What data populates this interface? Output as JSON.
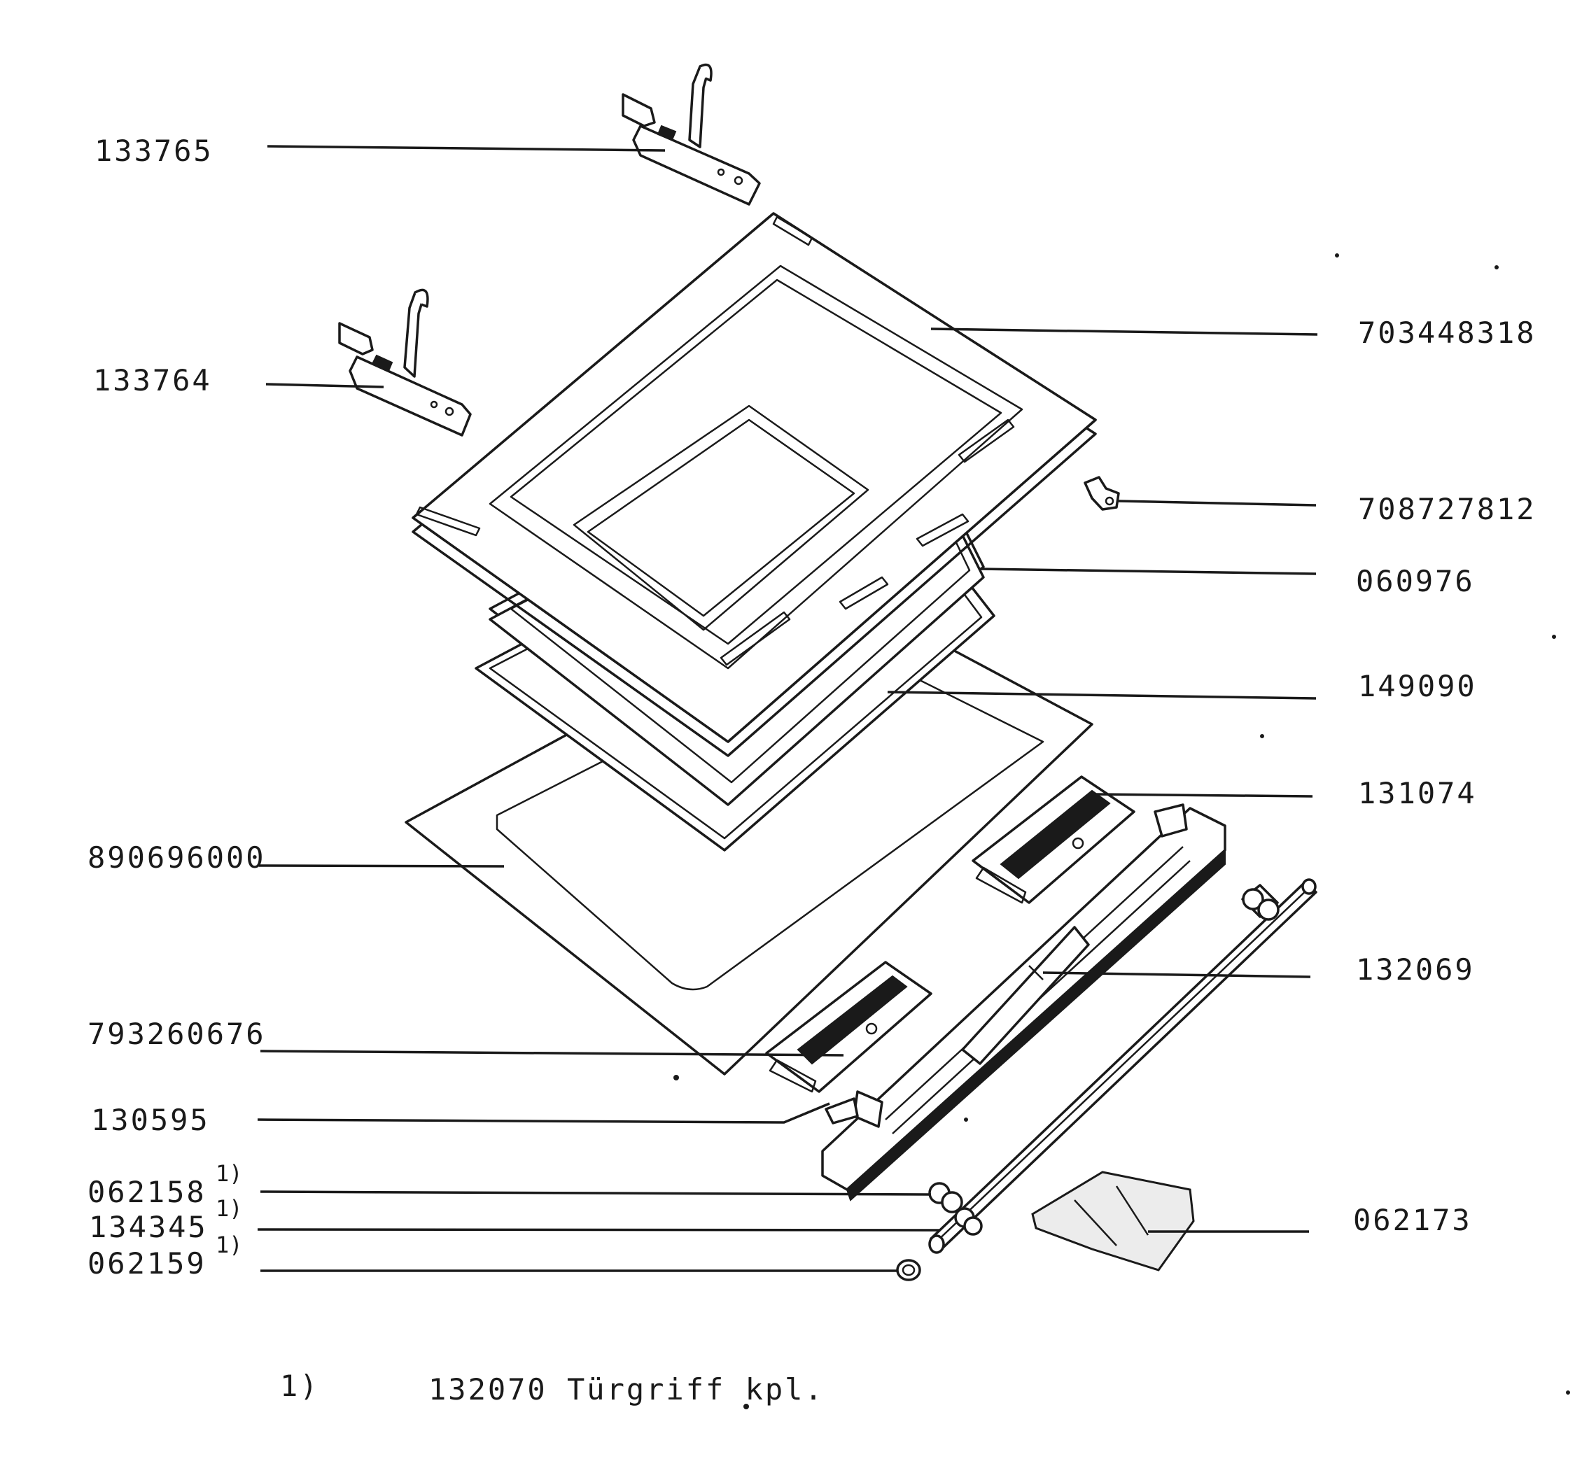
{
  "labels": {
    "p133765": "133765",
    "p133764": "133764",
    "p890696000": "890696000",
    "p793260676": "793260676",
    "p130595": "130595",
    "p062158": "062158",
    "p134345": "134345",
    "p062159": "062159",
    "p703448318": "703448318",
    "p708727812": "708727812",
    "p060976": "060976",
    "p149090": "149090",
    "p131074": "131074",
    "p132069": "132069",
    "p062173": "062173"
  },
  "superscripts": {
    "s062158": "1)",
    "s134345": "1)",
    "s062159": "1)"
  },
  "footnote": {
    "marker": "1)",
    "text": "132070 Türgriff kpl."
  }
}
